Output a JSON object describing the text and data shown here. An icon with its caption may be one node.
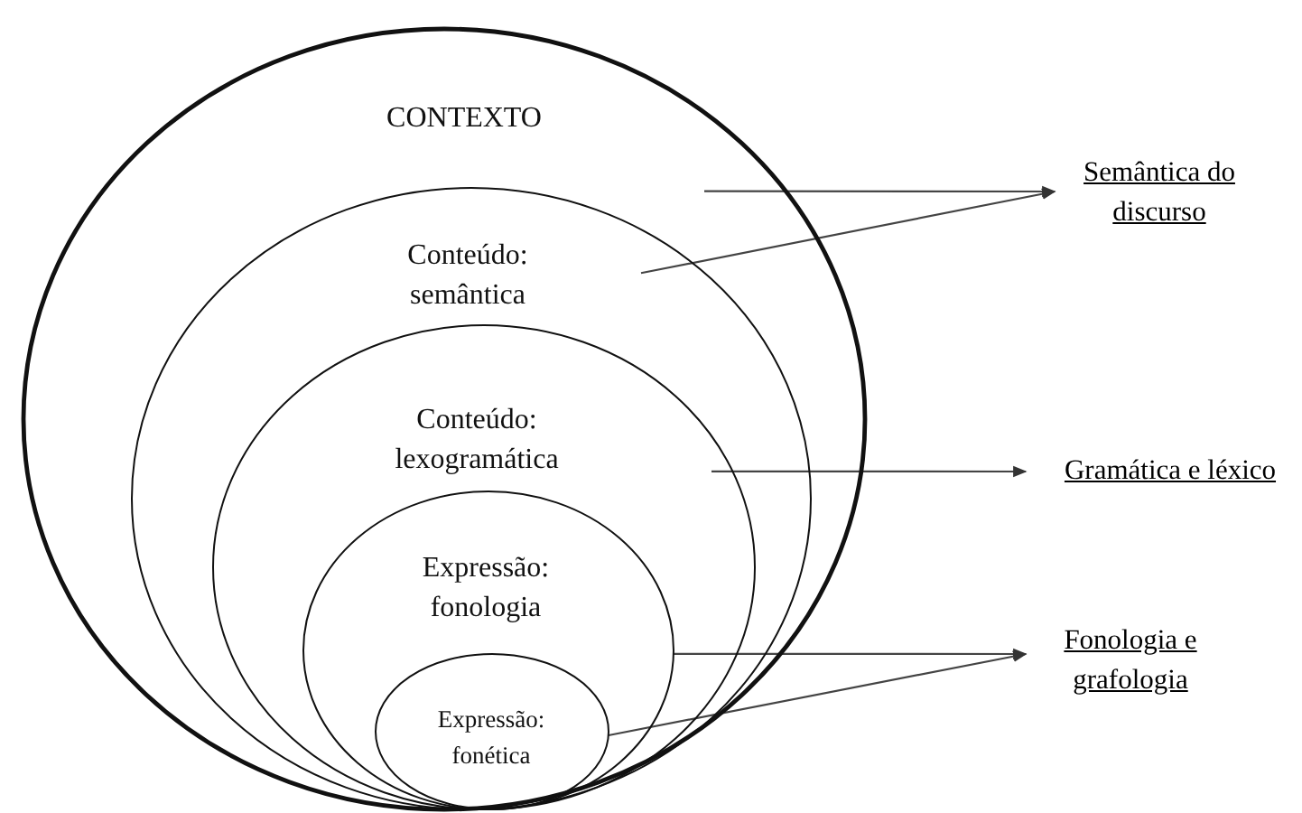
{
  "diagram": {
    "nodes": [
      {
        "text": [
          "CONTEXTO"
        ]
      },
      {
        "text": [
          "Conteúdo: semântica"
        ],
        "in": 0
      },
      {
        "text": [
          "Conteúdo: lexogramática"
        ],
        "in": 1
      },
      {
        "text": [
          "Expressão: fonologia"
        ],
        "in": 2
      },
      {
        "text": [
          "Expressão: fonética"
        ],
        "in": 3
      },
      {
        "text": [
          "Semântica do discurso"
        ]
      },
      {
        "text": [
          "Gramática e léxico"
        ]
      },
      {
        "text": [
          "Fonologia e grafologia"
        ]
      }
    ],
    "edges": [
      {
        "from": 0,
        "to": 5,
        "arrow": "to"
      },
      {
        "from": 1,
        "to": 5,
        "arrow": "to"
      },
      {
        "from": 2,
        "to": 6,
        "arrow": "to"
      },
      {
        "from": 3,
        "to": 7,
        "arrow": "to"
      },
      {
        "from": 4,
        "to": 7,
        "arrow": "to"
      }
    ]
  }
}
